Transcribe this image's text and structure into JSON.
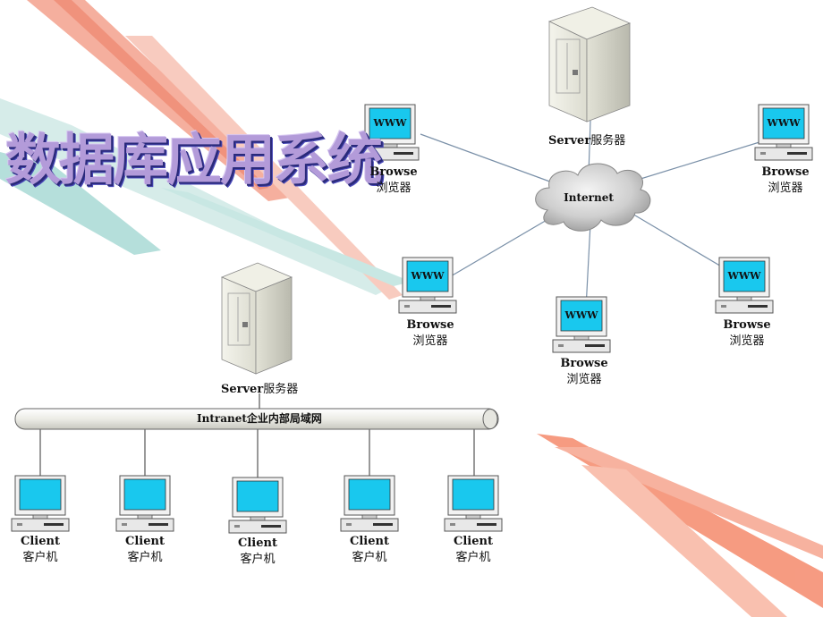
{
  "title": "数据库应用系统",
  "internet_diagram": {
    "server": {
      "en": "Server",
      "cn": "服务器"
    },
    "cloud_label": "Internet",
    "browsers": [
      {
        "screen": "WWW",
        "en": "Browse",
        "cn": "浏览器"
      },
      {
        "screen": "WWW",
        "en": "Browse",
        "cn": "浏览器"
      },
      {
        "screen": "WWW",
        "en": "Browse",
        "cn": "浏览器"
      },
      {
        "screen": "WWW",
        "en": "Browse",
        "cn": "浏览器"
      },
      {
        "screen": "WWW",
        "en": "Browse",
        "cn": "浏览器"
      }
    ]
  },
  "intranet_diagram": {
    "server": {
      "en": "Server",
      "cn": "服务器"
    },
    "bus_label": "Intranet企业内部局域网",
    "clients": [
      {
        "en": "Client",
        "cn": "客户机"
      },
      {
        "en": "Client",
        "cn": "客户机"
      },
      {
        "en": "Client",
        "cn": "客户机"
      },
      {
        "en": "Client",
        "cn": "客户机"
      },
      {
        "en": "Client",
        "cn": "客户机"
      }
    ]
  },
  "colors": {
    "screen": "#19c8ee",
    "stripe_red": "#f26a4b",
    "stripe_teal": "#9fd6d2",
    "title": "#b39bd9"
  }
}
